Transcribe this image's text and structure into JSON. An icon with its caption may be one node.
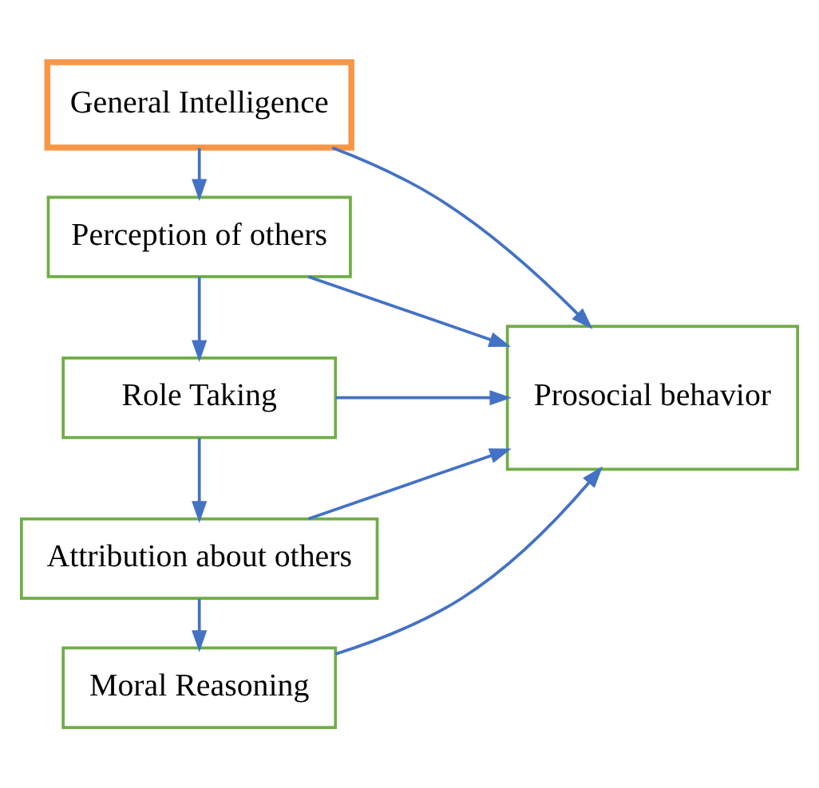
{
  "diagram": {
    "nodes": [
      {
        "text": [
          "General Intelligence"
        ]
      },
      {
        "text": [
          "Perception of others"
        ]
      },
      {
        "text": [
          "Role Taking"
        ]
      },
      {
        "text": [
          "Attribution about others"
        ]
      },
      {
        "text": [
          "Moral Reasoning"
        ]
      },
      {
        "text": [
          "Prosocial behavior"
        ]
      }
    ],
    "edges": [
      {
        "from": 0,
        "to": 1,
        "arrow": "to"
      },
      {
        "from": 1,
        "to": 2,
        "arrow": "to"
      },
      {
        "from": 2,
        "to": 3,
        "arrow": "to"
      },
      {
        "from": 3,
        "to": 4,
        "arrow": "to"
      },
      {
        "from": 0,
        "to": 5,
        "arrow": "to"
      },
      {
        "from": 1,
        "to": 5,
        "arrow": "to"
      },
      {
        "from": 2,
        "to": 5,
        "arrow": "to"
      },
      {
        "from": 3,
        "to": 5,
        "arrow": "to"
      },
      {
        "from": 4,
        "to": 5,
        "arrow": "to"
      }
    ]
  }
}
